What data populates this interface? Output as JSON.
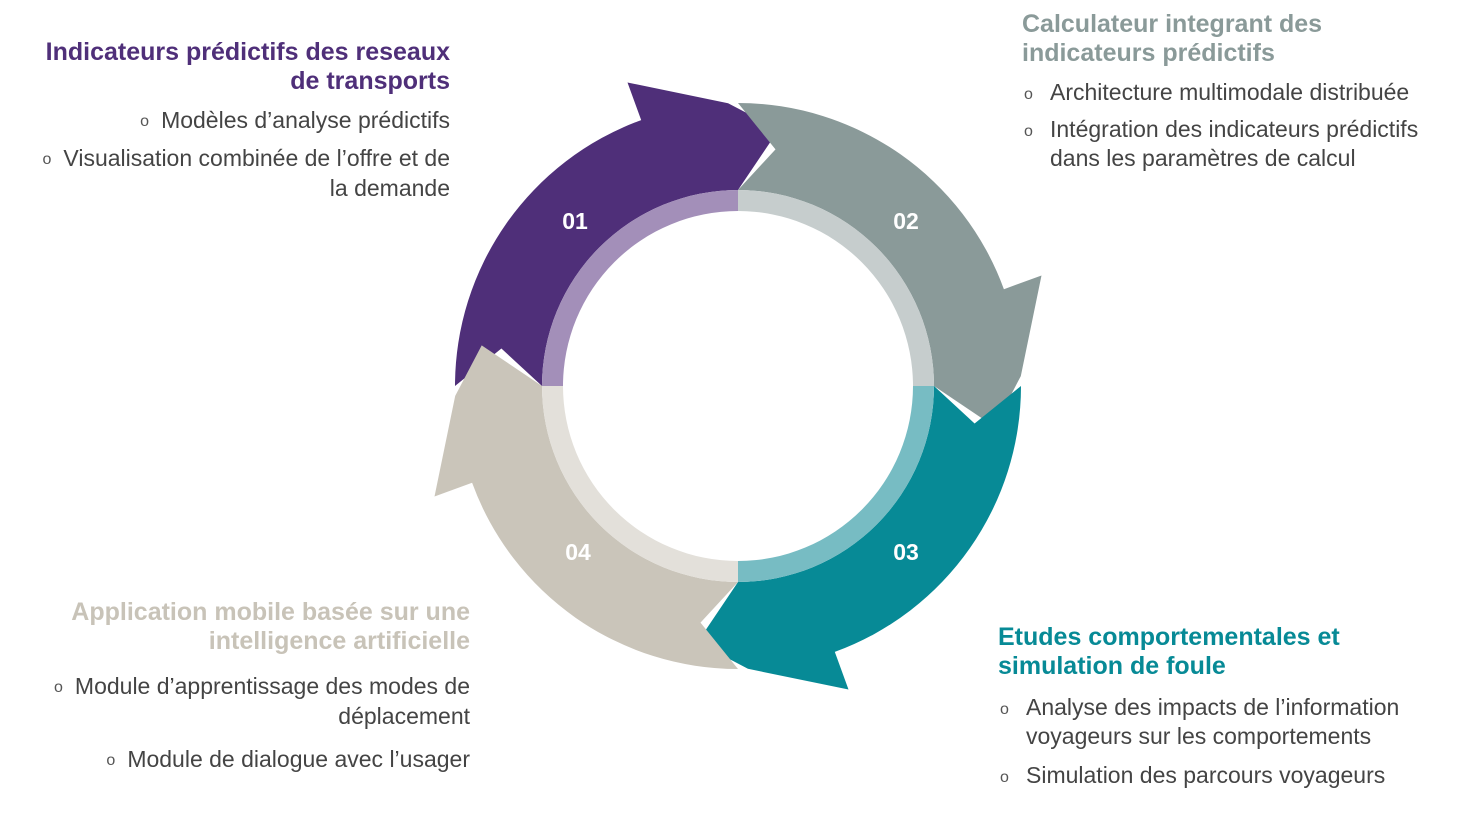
{
  "colors": {
    "purple": "#4f2f79",
    "purple_light": "#a38fb9",
    "gray": "#8a9a99",
    "gray_light": "#c6cdcd",
    "teal": "#078a96",
    "teal_light": "#77bcc3",
    "beige": "#cac5ba",
    "beige_light": "#e3e0da"
  },
  "segments": [
    {
      "number": "01",
      "title": "Indicateurs prédictifs des reseaux de transports",
      "items": [
        "Modèles d’analyse prédictifs",
        "Visualisation combinée de l’offre et de la demande"
      ]
    },
    {
      "number": "02",
      "title": "Calculateur integrant des indicateurs prédictifs",
      "items": [
        "Architecture multimodale distribuée",
        "Intégration des indicateurs prédictifs dans les paramètres de calcul"
      ]
    },
    {
      "number": "03",
      "title": "Etudes comportementales et simulation de foule",
      "items": [
        "Analyse des impacts de l’information voyageurs sur les comportements",
        "Simulation des parcours voyageurs"
      ]
    },
    {
      "number": "04",
      "title": "Application mobile basée sur une intelligence artificielle",
      "items": [
        "Module d’apprentissage des modes de déplacement",
        "Module de dialogue avec l’usager"
      ]
    }
  ],
  "bullet_glyph": "o"
}
